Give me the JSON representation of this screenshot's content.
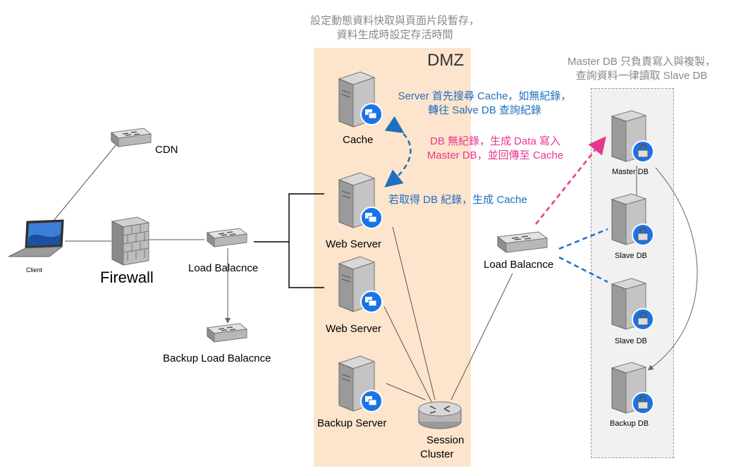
{
  "notes": {
    "top_line1": "設定動態資料快取與頁面片段暫存，",
    "top_line2": "資料生成時設定存活時間",
    "db_line1": "Master DB 只負責寫入與複製，",
    "db_line2": "查詢資料一律讀取 Slave DB",
    "cache_line1": "Server 首先搜尋 Cache，如無紀錄，",
    "cache_line2": "轉往 Salve DB 查詢紀錄",
    "write_line1": "DB 無紀錄，生成 Data 寫入",
    "write_line2": "Master DB，並回傳至 Cache",
    "gen_cache": "若取得 DB 紀錄，生成 Cache"
  },
  "zones": {
    "dmz": "DMZ"
  },
  "nodes": {
    "cdn": "CDN",
    "client": "Client",
    "firewall": "Firewall",
    "lb1": "Load Balacnce",
    "backup_lb": "Backup Load Balacnce",
    "cache": "Cache",
    "web1": "Web Server",
    "web2": "Web Server",
    "backup_server": "Backup Server",
    "session1": "Session",
    "session2": "Cluster",
    "lb2": "Load Balacnce",
    "master_db": "Master DB",
    "slave_db1": "Slave DB",
    "slave_db2": "Slave DB",
    "backup_db": "Backup DB"
  },
  "colors": {
    "dmz_bg": "#fde4cc",
    "blue": "#1f6fc0",
    "pink": "#e8368f",
    "note_gray": "#888888"
  }
}
